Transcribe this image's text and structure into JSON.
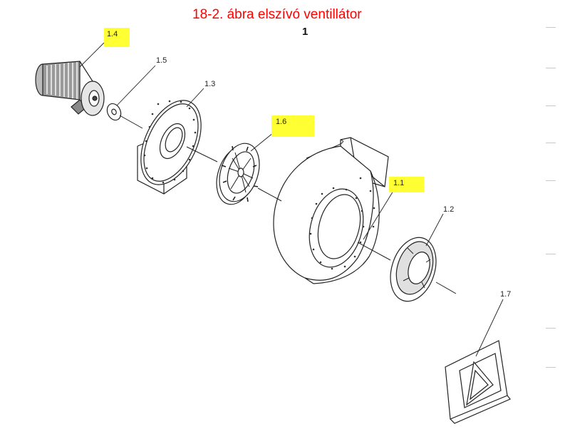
{
  "title": "18-2. ábra elszívó ventillátor",
  "figure_number": "1",
  "highlight_color": "#ffff33",
  "title_color": "#ff0000",
  "parts": [
    {
      "id": "1.4",
      "highlighted": true
    },
    {
      "id": "1.5",
      "highlighted": false
    },
    {
      "id": "1.3",
      "highlighted": false
    },
    {
      "id": "1.6",
      "highlighted": true
    },
    {
      "id": "1.1",
      "highlighted": true
    },
    {
      "id": "1.2",
      "highlighted": false
    },
    {
      "id": "1.7",
      "highlighted": false
    }
  ]
}
